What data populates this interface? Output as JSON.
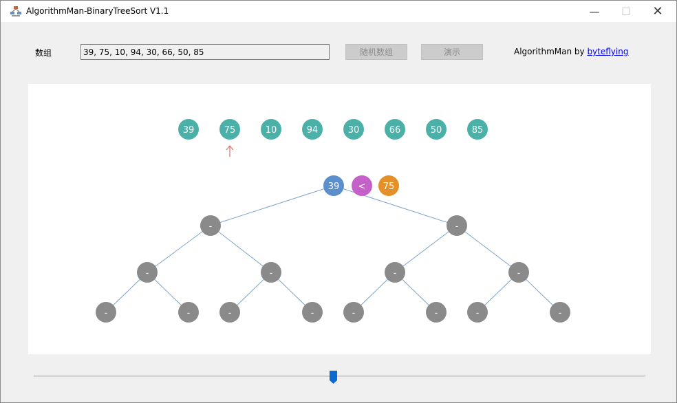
{
  "window": {
    "title": "AlgorithmMan-BinaryTreeSort V1.1",
    "minimize_glyph": "—",
    "maximize_glyph": "☐",
    "close_glyph": "✕"
  },
  "toolbar": {
    "array_label": "数组",
    "array_value": "39, 75, 10, 94, 30, 66, 50, 85",
    "random_button": "随机数组",
    "demo_button": "演示",
    "credit_prefix": "AlgorithmMan by ",
    "credit_link": "byteflying"
  },
  "visualization": {
    "input_values": [
      "39",
      "75",
      "10",
      "94",
      "30",
      "66",
      "50",
      "85"
    ],
    "current_index": 1,
    "compare": {
      "left": "39",
      "op": "<",
      "right": "75"
    },
    "empty_node_text": "-"
  },
  "slider": {
    "value": 0.49
  },
  "colors": {
    "input_node": "#4bb0a8",
    "compare_left": "#5b8fcc",
    "compare_op": "#c560c8",
    "compare_right": "#e39028",
    "empty_node": "#8a8a8a",
    "edge": "#7ea4c8",
    "arrow": "#e07070",
    "slider_thumb": "#0a6ad0"
  }
}
